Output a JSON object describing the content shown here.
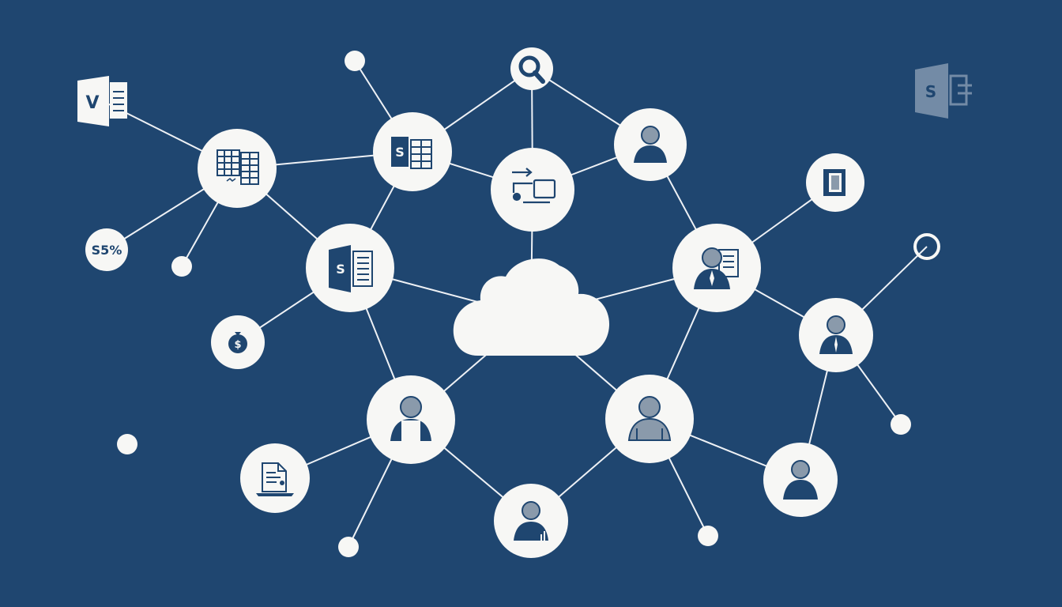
{
  "colors": {
    "background": "#1f4670",
    "node": "#f7f7f5",
    "line": "#eef1f5",
    "icon": "#1f4670",
    "icon_muted": "#8a9aab",
    "ghost": "#8fa3b8"
  },
  "labels": {
    "percent": "S5%",
    "dollar": "$",
    "v_letter": "V",
    "s_letter": "S"
  },
  "nodes": [
    {
      "id": "cloud-hub",
      "icon": "cloud-icon"
    },
    {
      "id": "workflow-node",
      "icon": "workflow-icon"
    },
    {
      "id": "search-node",
      "icon": "search-icon"
    },
    {
      "id": "sharepoint-top-node",
      "icon": "sharepoint-sheet-icon"
    },
    {
      "id": "spreadsheet-node",
      "icon": "spreadsheet-icon"
    },
    {
      "id": "sharepoint-doc-node",
      "icon": "sharepoint-doc-icon"
    },
    {
      "id": "visio-node",
      "icon": "visio-icon"
    },
    {
      "id": "percent-node",
      "icon": "percent-label"
    },
    {
      "id": "dollar-node",
      "icon": "dollar-icon"
    },
    {
      "id": "user-top-node",
      "icon": "user-icon"
    },
    {
      "id": "device-node",
      "icon": "device-icon"
    },
    {
      "id": "user-report-node",
      "icon": "user-report-icon"
    },
    {
      "id": "user-right-node",
      "icon": "user-icon"
    },
    {
      "id": "user-left-node",
      "icon": "user-chart-icon"
    },
    {
      "id": "user-center-node",
      "icon": "user-icon"
    },
    {
      "id": "user-bottom-node",
      "icon": "user-chart-icon"
    },
    {
      "id": "user-bottom-right-node",
      "icon": "user-icon"
    },
    {
      "id": "document-node",
      "icon": "document-icon"
    },
    {
      "id": "sharepoint-ghost",
      "icon": "sharepoint-logo-icon"
    }
  ],
  "edges": [
    [
      "dot-1",
      "sharepoint-top-node"
    ],
    [
      "search-node",
      "sharepoint-top-node"
    ],
    [
      "search-node",
      "workflow-node"
    ],
    [
      "search-node",
      "user-top-node"
    ],
    [
      "visio-node",
      "spreadsheet-node"
    ],
    [
      "spreadsheet-node",
      "sharepoint-top-node"
    ],
    [
      "spreadsheet-node",
      "percent-node"
    ],
    [
      "spreadsheet-node",
      "dot-2"
    ],
    [
      "spreadsheet-node",
      "sharepoint-doc-node"
    ],
    [
      "sharepoint-top-node",
      "workflow-node"
    ],
    [
      "sharepoint-top-node",
      "sharepoint-doc-node"
    ],
    [
      "workflow-node",
      "user-top-node"
    ],
    [
      "workflow-node",
      "cloud-hub"
    ],
    [
      "sharepoint-doc-node",
      "dollar-node"
    ],
    [
      "sharepoint-doc-node",
      "cloud-hub"
    ],
    [
      "sharepoint-doc-node",
      "user-left-node"
    ],
    [
      "user-top-node",
      "user-report-node"
    ],
    [
      "device-node",
      "user-report-node"
    ],
    [
      "user-report-node",
      "cloud-hub"
    ],
    [
      "user-report-node",
      "user-right-node"
    ],
    [
      "user-report-node",
      "user-center-node"
    ],
    [
      "ring-1",
      "user-right-node"
    ],
    [
      "user-right-node",
      "dot-3"
    ],
    [
      "user-right-node",
      "user-bottom-right-node"
    ],
    [
      "cloud-hub",
      "user-left-node"
    ],
    [
      "cloud-hub",
      "user-center-node"
    ],
    [
      "user-left-node",
      "document-node"
    ],
    [
      "user-left-node",
      "dot-4"
    ],
    [
      "user-left-node",
      "user-bottom-node"
    ],
    [
      "user-center-node",
      "user-bottom-node"
    ],
    [
      "user-center-node",
      "dot-5"
    ],
    [
      "user-center-node",
      "user-bottom-right-node"
    ]
  ]
}
